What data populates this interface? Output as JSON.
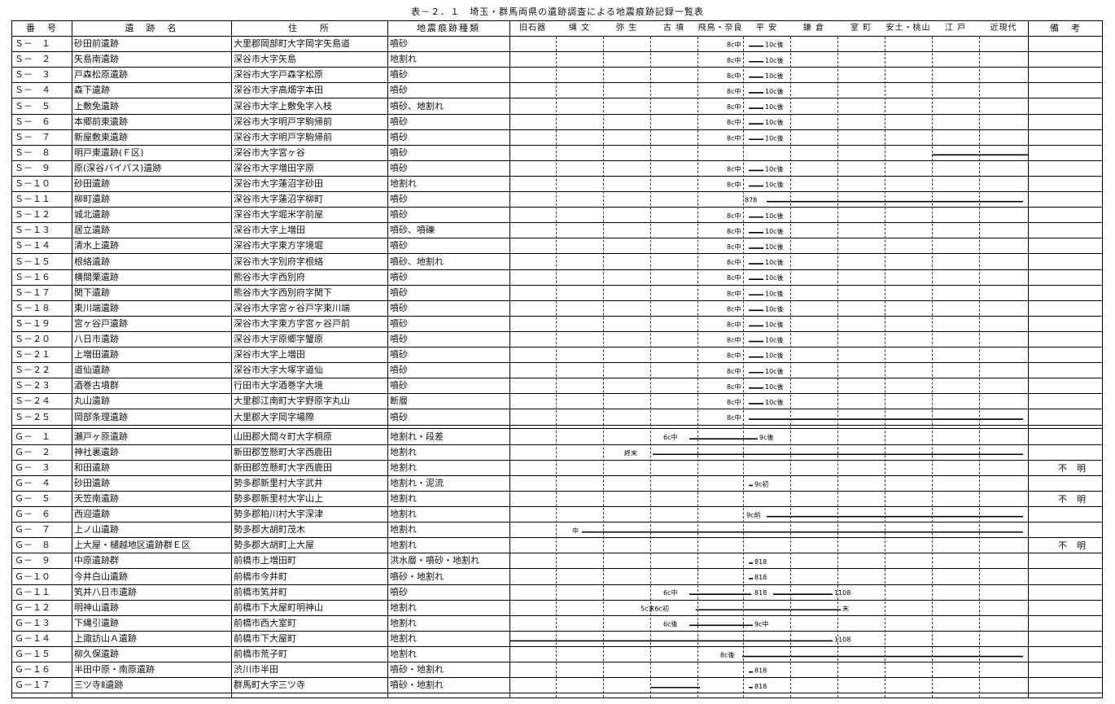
{
  "title": "表－２．１　埼玉・群馬両県の遺跡調査による地震痕跡記録一覧表",
  "headers": {
    "no": "番　号",
    "site": "遺　跡　名",
    "address": "住　　所",
    "type": "地震痕跡種類",
    "remarks": "備　考"
  },
  "eras": [
    "旧石器",
    "縄 文",
    "弥 生",
    "古 墳",
    "飛鳥・奈良",
    "平 安",
    "鎌 倉",
    "室 町",
    "安土・桃山",
    "江 戸",
    "近現代"
  ],
  "sites": [
    {
      "no": "Ｓ－　１",
      "name": "砂田前遺跡",
      "address": "大里郡岡部町大字岡字矢島道",
      "type": "噴砂",
      "bars": [
        {
          "from": "8c中",
          "to": "10c後"
        }
      ]
    },
    {
      "no": "Ｓ－　２",
      "name": "矢島南遺跡",
      "address": "深谷市大字矢島",
      "type": "地割れ",
      "bars": [
        {
          "from": "8c中",
          "to": "10c後"
        }
      ]
    },
    {
      "no": "Ｓ－　３",
      "name": "戸森松原遺跡",
      "address": "深谷市大字戸森字松原",
      "type": "噴砂",
      "bars": [
        {
          "from": "8c中",
          "to": "10c後"
        }
      ]
    },
    {
      "no": "Ｓ－　４",
      "name": "森下遺跡",
      "address": "深谷市大字高畑字本田",
      "type": "噴砂",
      "bars": [
        {
          "from": "8c中",
          "to": "10c後"
        }
      ]
    },
    {
      "no": "Ｓ－　５",
      "name": "上敷免遺跡",
      "address": "深谷市大字上敷免字入枝",
      "type": "噴砂、地割れ",
      "bars": [
        {
          "from": "8c中",
          "to": "10c後"
        }
      ]
    },
    {
      "no": "Ｓ－　６",
      "name": "本郷前東遺跡",
      "address": "深谷市大字明戸字駒帰前",
      "type": "噴砂",
      "bars": [
        {
          "from": "8c中",
          "to": "10c後"
        }
      ]
    },
    {
      "no": "Ｓ－　７",
      "name": "新屋敷東遺跡",
      "address": "深谷市大字明戸字駒帰前",
      "type": "噴砂",
      "bars": [
        {
          "from": "8c中",
          "to": "10c後"
        }
      ]
    },
    {
      "no": "Ｓ－　８",
      "name": "明戸東遺跡(Ｆ区)",
      "address": "深谷市大字宮ヶ谷",
      "type": "噴砂",
      "bars": []
    },
    {
      "no": "Ｓ－　９",
      "name": "原(深谷バイパス)遺跡",
      "address": "深谷市大字増田字原",
      "type": "噴砂",
      "bars": [
        {
          "from": "8c中",
          "to": "10c後"
        }
      ]
    },
    {
      "no": "Ｓ－１０",
      "name": "砂田遺跡",
      "address": "深谷市大字蓮沼字砂田",
      "type": "地割れ",
      "bars": [
        {
          "from": "8c中",
          "to": "10c後"
        }
      ]
    },
    {
      "no": "Ｓ－１１",
      "name": "柳町遺跡",
      "address": "深谷市大字蓮沼字柳町",
      "type": "噴砂",
      "bars": [
        {
          "from": "878",
          "to": ""
        }
      ]
    },
    {
      "no": "Ｓ－１２",
      "name": "城北遺跡",
      "address": "深谷市大字堀米字前屋",
      "type": "噴砂",
      "bars": [
        {
          "from": "8c中",
          "to": "10c後"
        }
      ]
    },
    {
      "no": "Ｓ－１３",
      "name": "居立遺跡",
      "address": "深谷市大字上増田",
      "type": "噴砂、噴礫",
      "bars": [
        {
          "from": "8c中",
          "to": "10c後"
        }
      ]
    },
    {
      "no": "Ｓ－１４",
      "name": "清水上遺跡",
      "address": "深谷市大字東方字境堀",
      "type": "噴砂",
      "bars": [
        {
          "from": "8c中",
          "to": "10c後"
        }
      ]
    },
    {
      "no": "Ｓ－１５",
      "name": "根絡遺跡",
      "address": "深谷市大字別府字根絡",
      "type": "噴砂、地割れ",
      "bars": [
        {
          "from": "8c中",
          "to": "10c後"
        }
      ]
    },
    {
      "no": "Ｓ－１６",
      "name": "横間栗遺跡",
      "address": "熊谷市大字西別府",
      "type": "噴砂",
      "bars": [
        {
          "from": "8c中",
          "to": "10c後"
        }
      ]
    },
    {
      "no": "Ｓ－１７",
      "name": "関下遺跡",
      "address": "熊谷市大字西別府字関下",
      "type": "噴砂",
      "bars": [
        {
          "from": "8c中",
          "to": "10c後"
        }
      ]
    },
    {
      "no": "Ｓ－１８",
      "name": "東川端遺跡",
      "address": "深谷市大字宮ヶ谷戸字東川端",
      "type": "噴砂",
      "bars": [
        {
          "from": "8c中",
          "to": "10c後"
        }
      ]
    },
    {
      "no": "Ｓ－１９",
      "name": "宮ヶ谷戸遺跡",
      "address": "深谷市大字東方字宮ヶ谷戸前",
      "type": "噴砂",
      "bars": [
        {
          "from": "8c中",
          "to": "10c後"
        }
      ]
    },
    {
      "no": "Ｓ－２０",
      "name": "八日市遺跡",
      "address": "深谷市大字原郷字蟹原",
      "type": "噴砂",
      "bars": [
        {
          "from": "8c中",
          "to": "10c後"
        }
      ]
    },
    {
      "no": "Ｓ－２１",
      "name": "上増田遺跡",
      "address": "深谷市大字上増田",
      "type": "噴砂",
      "bars": [
        {
          "from": "8c中",
          "to": "10c後"
        }
      ]
    },
    {
      "no": "Ｓ－２２",
      "name": "道仙遺跡",
      "address": "深谷市大字大塚字道仙",
      "type": "噴砂",
      "bars": [
        {
          "from": "8c中",
          "to": "10c後"
        }
      ]
    },
    {
      "no": "Ｓ－２３",
      "name": "酒巻古墳群",
      "address": "行田市大字酒巻字大境",
      "type": "噴砂",
      "bars": [
        {
          "from": "8c中",
          "to": "10c後"
        }
      ]
    },
    {
      "no": "Ｓ－２４",
      "name": "丸山遺跡",
      "address": "大里郡江南町大字野原字丸山",
      "type": "断層",
      "bars": [
        {
          "from": "8c中",
          "to": "10c後"
        }
      ]
    },
    {
      "no": "Ｓ－２５",
      "name": "岡部条理遺跡",
      "address": "大里郡大字岡字場際",
      "type": "噴砂",
      "bars": [
        {
          "from": "8c中",
          "to": ""
        }
      ]
    },
    {
      "no": "Ｇ－　１",
      "name": "瀬戸ヶ原遺跡",
      "address": "山田郡大間々町大字桐原",
      "type": "地割れ・段差",
      "bars": [
        {
          "from": "6c中",
          "to": "9c後"
        }
      ]
    },
    {
      "no": "Ｇ－　２",
      "name": "神社裏遺跡",
      "address": "新田郡笠懸町大字西鹿田",
      "type": "地割れ",
      "bars": [
        {
          "from": "終末",
          "to": ""
        }
      ]
    },
    {
      "no": "Ｇ－　３",
      "name": "和田遺跡",
      "address": "新田郡笠懸町大字西鹿田",
      "type": "地割れ",
      "bars": [],
      "remark": "不明"
    },
    {
      "no": "Ｇ－　４",
      "name": "砂田遺跡",
      "address": "勢多郡新里村大字武井",
      "type": "地割れ・泥流",
      "bars": [
        {
          "from": "",
          "to": "9c初"
        }
      ]
    },
    {
      "no": "Ｇ－　５",
      "name": "天笠南遺跡",
      "address": "勢多郡新里村大字山上",
      "type": "地割れ",
      "bars": [],
      "remark": "不明"
    },
    {
      "no": "Ｇ－　６",
      "name": "西迎遺跡",
      "address": "勢多郡粕川村大字深津",
      "type": "地割れ",
      "bars": [
        {
          "from": "9c前",
          "to": ""
        }
      ]
    },
    {
      "no": "Ｇ－　７",
      "name": "上ノ山遺跡",
      "address": "勢多郡大胡町茂木",
      "type": "地割れ",
      "bars": [
        {
          "from": "中",
          "to": ""
        }
      ]
    },
    {
      "no": "Ｇ－　８",
      "name": "上大屋・樋越地区遺跡群Ｅ区",
      "address": "勢多郡大胡町上大屋",
      "type": "地割れ",
      "bars": [],
      "remark": "不明"
    },
    {
      "no": "Ｇ－　９",
      "name": "中原遺跡群",
      "address": "前橋市上増田町",
      "type": "洪水層・噴砂・地割れ",
      "bars": [
        {
          "from": "",
          "to": "818"
        }
      ]
    },
    {
      "no": "Ｇ－１０",
      "name": "今井白山遺跡",
      "address": "前橋市今井町",
      "type": "噴砂・地割れ",
      "bars": [
        {
          "from": "",
          "to": "818"
        }
      ]
    },
    {
      "no": "Ｇ－１１",
      "name": "笂井八日市遺跡",
      "address": "前橋市笂井町",
      "type": "噴砂",
      "bars": [
        {
          "from": "6c中",
          "to": "818"
        },
        {
          "from": "",
          "to": "1108"
        }
      ]
    },
    {
      "no": "Ｇ－１２",
      "name": "明神山遺跡",
      "address": "前橋市下大屋町明神山",
      "type": "地割れ",
      "bars": [
        {
          "from": "5c末6c初",
          "to": "末"
        }
      ]
    },
    {
      "no": "Ｇ－１３",
      "name": "下縄引遺跡",
      "address": "前橋市西大室町",
      "type": "地割れ",
      "bars": [
        {
          "from": "6c後",
          "to": "9c中"
        }
      ]
    },
    {
      "no": "Ｇ－１４",
      "name": "上諏訪山Ａ遺跡",
      "address": "前橋市下大屋町",
      "type": "地割れ",
      "bars": [
        {
          "from": "",
          "to": "1108"
        }
      ]
    },
    {
      "no": "Ｇ－１５",
      "name": "柳久保遺跡",
      "address": "前橋市荒子町",
      "type": "地割れ",
      "bars": [
        {
          "from": "8c後",
          "to": ""
        }
      ]
    },
    {
      "no": "Ｇ－１６",
      "name": "半田中原・南原遺跡",
      "address": "渋川市半田",
      "type": "噴砂・地割れ",
      "bars": [
        {
          "from": "",
          "to": "818"
        }
      ]
    },
    {
      "no": "Ｇ－１７",
      "name": "三ツ寺Ⅱ遺跡",
      "address": "群馬町大字三ツ寺",
      "type": "噴砂・地割れ",
      "bars": [
        {
          "from": "",
          "to": "818"
        }
      ]
    }
  ]
}
